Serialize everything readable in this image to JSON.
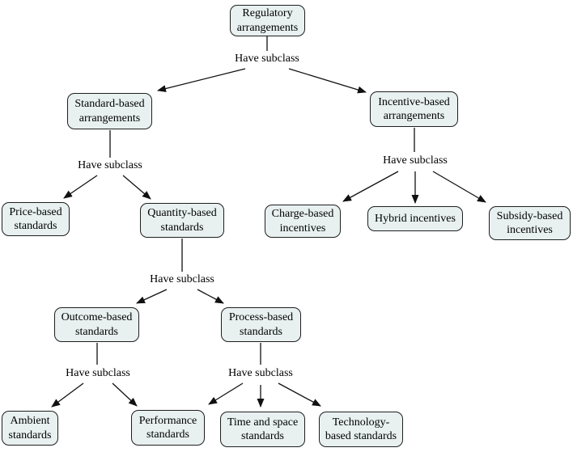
{
  "diagram": {
    "relation_label": "Have subclass",
    "colors": {
      "node_fill": "#e8f0f0",
      "node_border": "#1f1f1f",
      "line": "#111111",
      "background": "#ffffff"
    },
    "nodes": {
      "regulatory": {
        "label": "Regulatory arrangements"
      },
      "standard": {
        "label": "Standard-based arrangements"
      },
      "incentive": {
        "label": "Incentive-based arrangements"
      },
      "price": {
        "label": "Price-based standards"
      },
      "quantity": {
        "label": "Quantity-based standards"
      },
      "charge": {
        "label": "Charge-based incentives"
      },
      "hybrid": {
        "label": "Hybrid incentives"
      },
      "subsidy": {
        "label": "Subsidy-based incentives"
      },
      "outcome": {
        "label": "Outcome-based standards"
      },
      "process": {
        "label": "Process-based standards"
      },
      "ambient": {
        "label": "Ambient standards"
      },
      "performance": {
        "label": "Performance standards"
      },
      "timespace": {
        "label": "Time and space standards"
      },
      "technology": {
        "label": "Technology-based standards"
      }
    },
    "edges": [
      {
        "from": "regulatory",
        "to": "standard",
        "label": "Have subclass"
      },
      {
        "from": "regulatory",
        "to": "incentive",
        "label": "Have subclass"
      },
      {
        "from": "standard",
        "to": "price",
        "label": "Have subclass"
      },
      {
        "from": "standard",
        "to": "quantity",
        "label": "Have subclass"
      },
      {
        "from": "incentive",
        "to": "charge",
        "label": "Have subclass"
      },
      {
        "from": "incentive",
        "to": "hybrid",
        "label": "Have subclass"
      },
      {
        "from": "incentive",
        "to": "subsidy",
        "label": "Have subclass"
      },
      {
        "from": "quantity",
        "to": "outcome",
        "label": "Have subclass"
      },
      {
        "from": "quantity",
        "to": "process",
        "label": "Have subclass"
      },
      {
        "from": "outcome",
        "to": "ambient",
        "label": "Have subclass"
      },
      {
        "from": "outcome",
        "to": "performance",
        "label": "Have subclass"
      },
      {
        "from": "process",
        "to": "performance",
        "label": "Have subclass"
      },
      {
        "from": "process",
        "to": "timespace",
        "label": "Have subclass"
      },
      {
        "from": "process",
        "to": "technology",
        "label": "Have subclass"
      }
    ]
  }
}
